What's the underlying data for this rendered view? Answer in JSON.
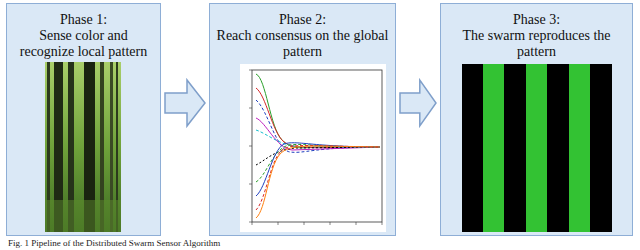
{
  "diagram": {
    "caption": "Fig. 1 Pipeline of the Distributed Swarm Sensor Algorithm",
    "nodes": [
      {
        "text": [
          "Phase 1:",
          "Sense color and recognize local pattern"
        ]
      },
      {
        "text": [
          "Phase 2:",
          "Reach consensus on the global pattern"
        ]
      },
      {
        "text": [
          "Phase 3:",
          "The swarm reproduces the pattern"
        ]
      }
    ],
    "edges": [
      {
        "from": 0,
        "to": 1,
        "arrow": "to"
      },
      {
        "from": 1,
        "to": 2,
        "arrow": "to"
      }
    ]
  }
}
